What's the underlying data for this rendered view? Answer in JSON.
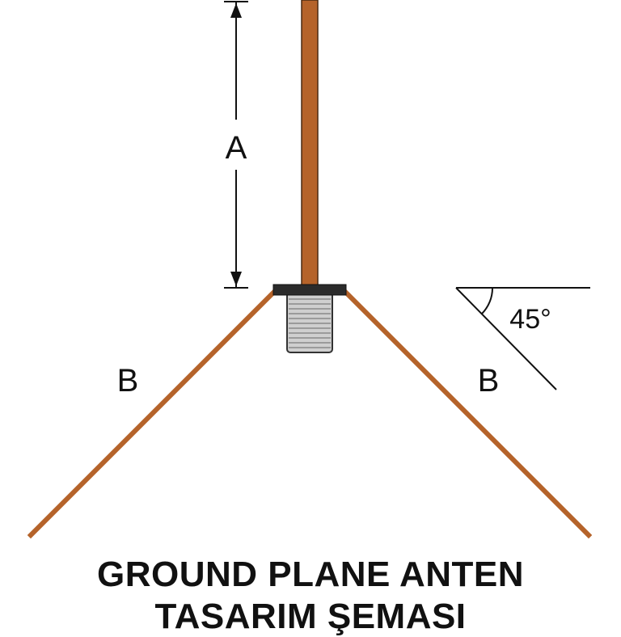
{
  "labels": {
    "vertical": "A",
    "radial_left": "B",
    "radial_right": "B",
    "angle": "45°"
  },
  "title": {
    "line1": "GROUND PLANE ANTEN",
    "line2": "TASARIM ŞEMASI"
  },
  "colors": {
    "copper": "#b5632a",
    "ink": "#111111",
    "connector_body": "#cfcfcf",
    "connector_plate": "#2b2b2b"
  }
}
